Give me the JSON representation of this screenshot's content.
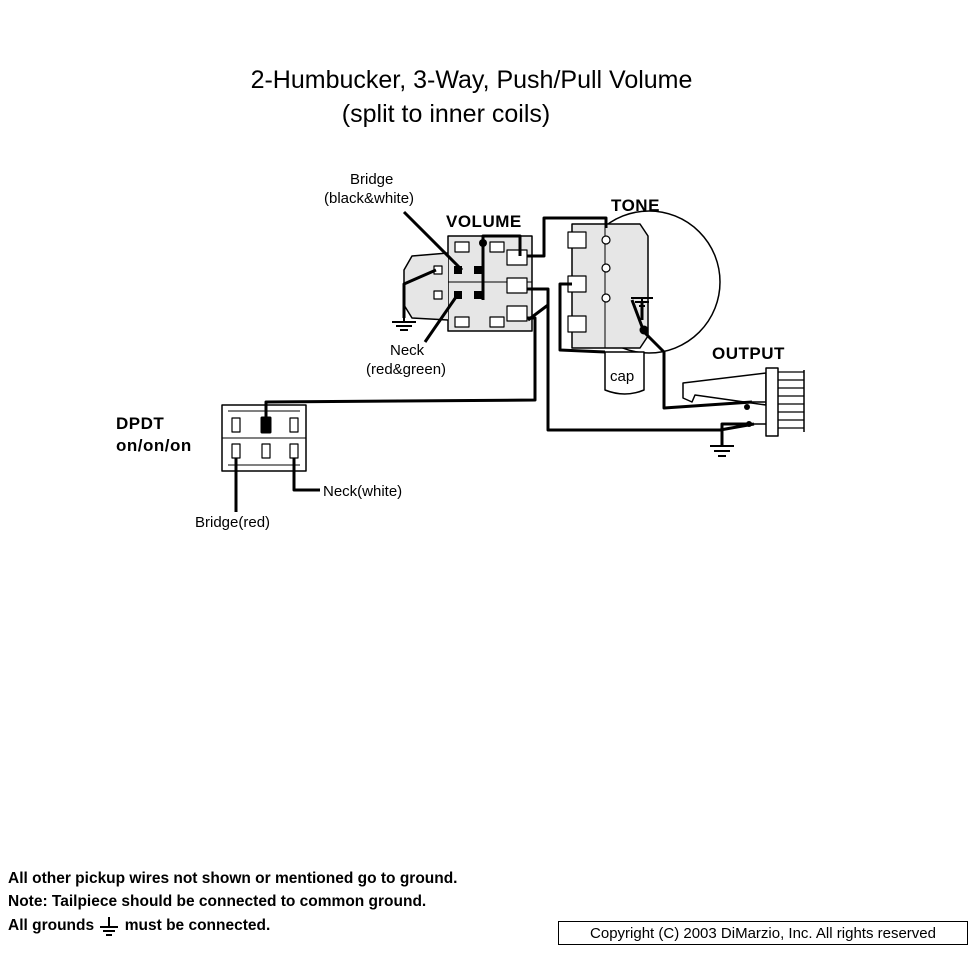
{
  "title": {
    "line1": "2-Humbucker, 3-Way, Push/Pull Volume",
    "line2": "(split to inner coils)"
  },
  "components": {
    "volume": "VOLUME",
    "tone": "TONE",
    "output": "OUTPUT",
    "cap": "cap",
    "dpdt_line1": "DPDT",
    "dpdt_line2": "on/on/on"
  },
  "wires": {
    "bridge_bw_line1": "Bridge",
    "bridge_bw_line2": "(black&white)",
    "neck_rg_line1": "Neck",
    "neck_rg_line2": "(red&green)",
    "neck_white": "Neck(white)",
    "bridge_red": "Bridge(red)"
  },
  "notes": {
    "line1": "All other pickup wires not shown or mentioned go to ground.",
    "line2": "Note: Tailpiece should be connected to common ground.",
    "line3_prefix": "All grounds",
    "line3_suffix": "must be connected."
  },
  "copyright": "Copyright (C) 2003 DiMarzio, Inc. All rights reserved",
  "colors": {
    "ink": "#000000",
    "pot_fill": "#e6e6e6",
    "background": "#ffffff"
  }
}
